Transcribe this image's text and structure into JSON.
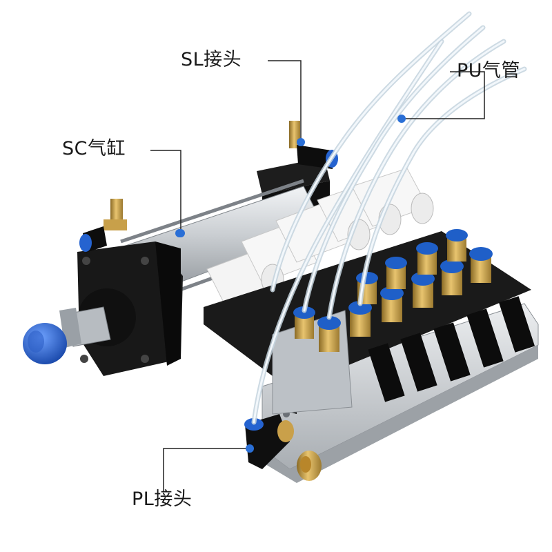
{
  "callouts": {
    "sl": "SL接头",
    "pu": "PU气管",
    "sc": "SC气缸",
    "pl": "PL接头"
  },
  "colors": {
    "accent": "#2a6fd6",
    "fitting_blue": "#1f5fc8",
    "brass": "#c9a04a",
    "body_black": "#161616",
    "aluminium": "#c8ccd0"
  }
}
